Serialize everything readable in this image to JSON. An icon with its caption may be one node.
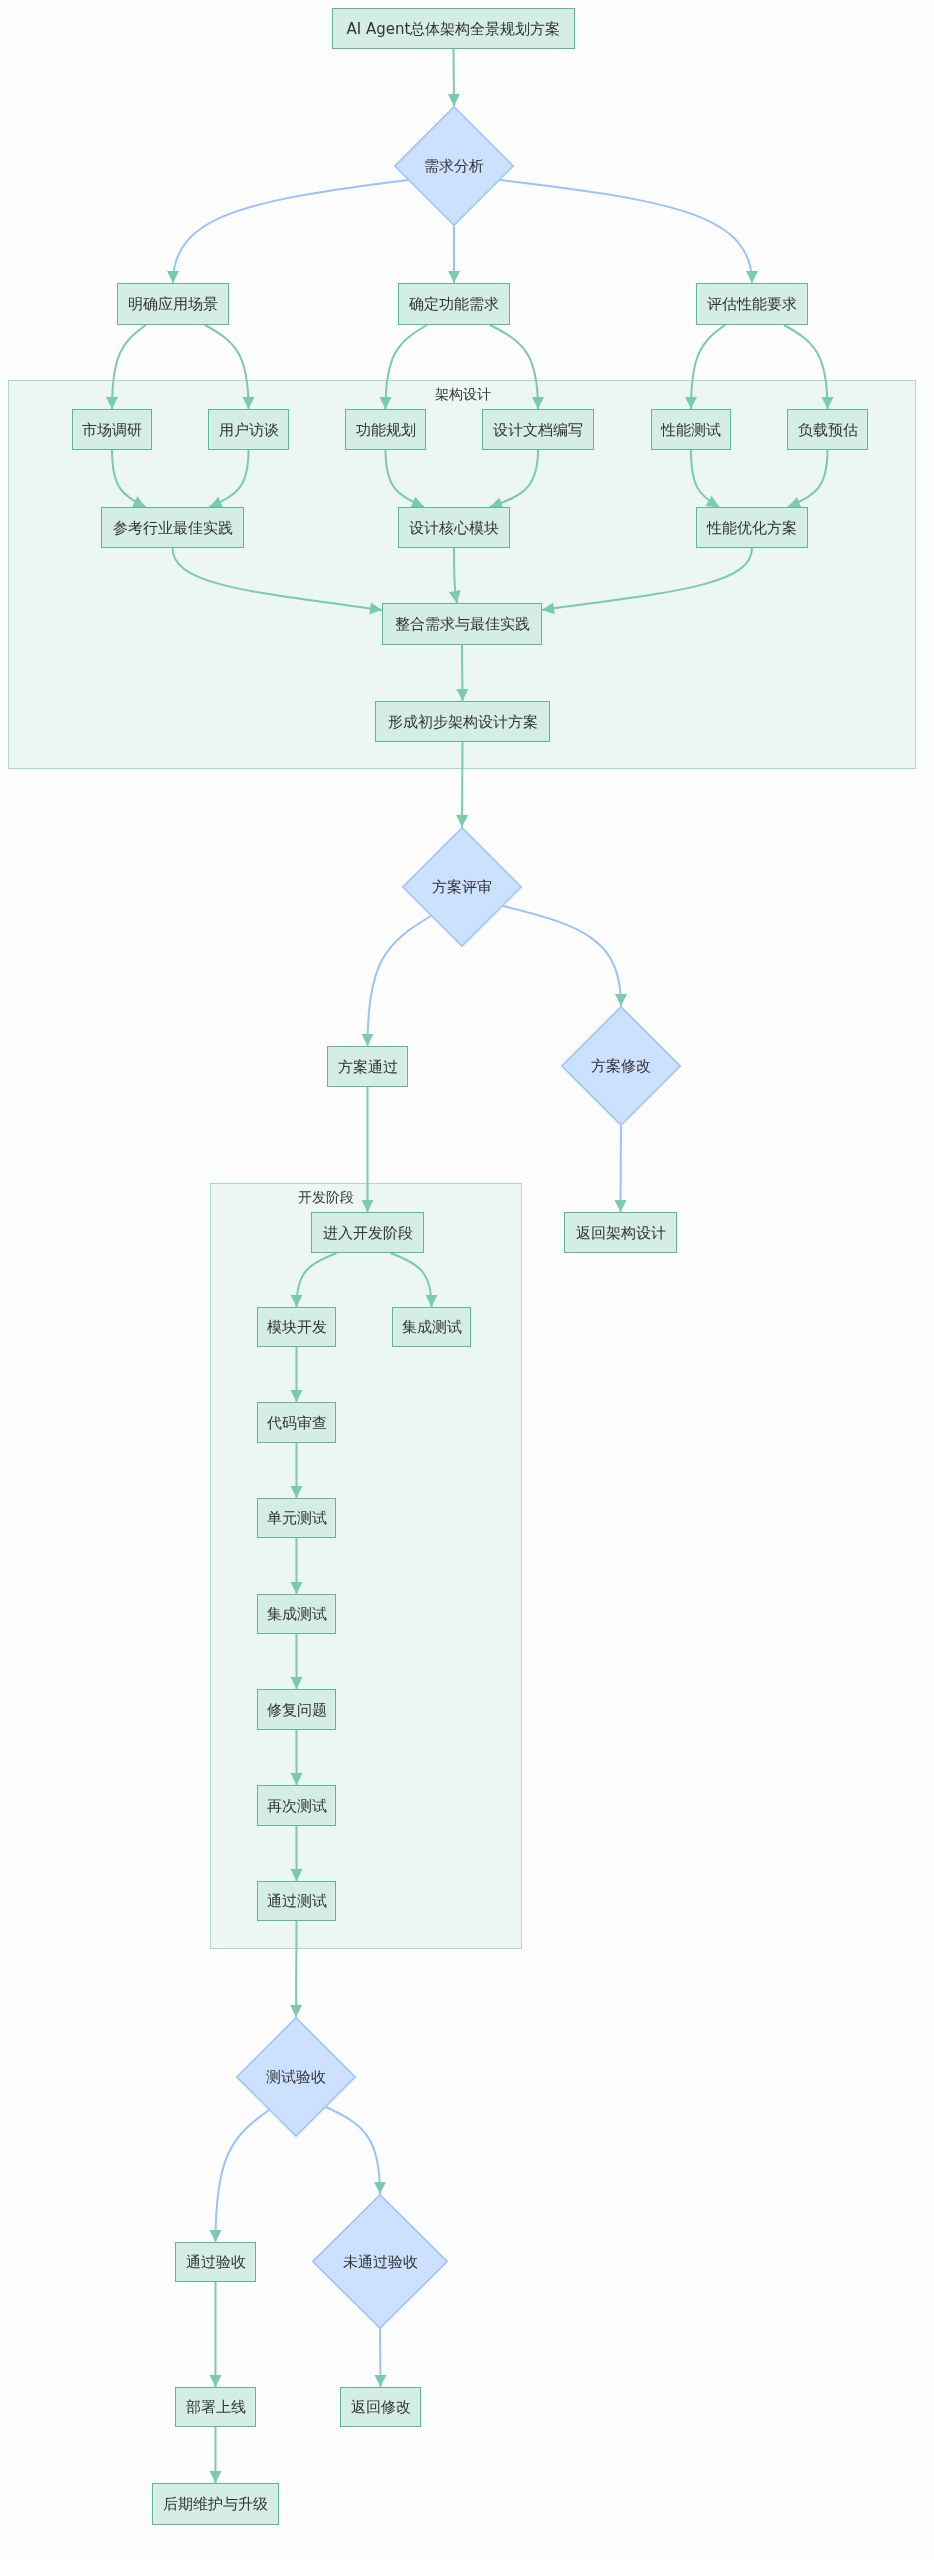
{
  "diagram": {
    "nodes": [
      {
        "text": [
          "AI Agent总体架构全景规划方案"
        ]
      },
      {
        "text": [
          "需求分析"
        ]
      },
      {
        "text": [
          "明确应用场景"
        ]
      },
      {
        "text": [
          "确定功能需求"
        ]
      },
      {
        "text": [
          "评估性能要求"
        ]
      },
      {
        "text": [
          "架构设计"
        ]
      },
      {
        "text": [
          "市场调研"
        ],
        "in": 5
      },
      {
        "text": [
          "用户访谈"
        ],
        "in": 5
      },
      {
        "text": [
          "功能规划"
        ],
        "in": 5
      },
      {
        "text": [
          "设计文档编写"
        ],
        "in": 5
      },
      {
        "text": [
          "性能测试"
        ],
        "in": 5
      },
      {
        "text": [
          "负载预估"
        ],
        "in": 5
      },
      {
        "text": [
          "参考行业最佳实践"
        ],
        "in": 5
      },
      {
        "text": [
          "设计核心模块"
        ],
        "in": 5
      },
      {
        "text": [
          "性能优化方案"
        ],
        "in": 5
      },
      {
        "text": [
          "整合需求与最佳实践"
        ],
        "in": 5
      },
      {
        "text": [
          "形成初步架构设计方案"
        ],
        "in": 5
      },
      {
        "text": [
          "方案评审"
        ]
      },
      {
        "text": [
          "方案通过"
        ]
      },
      {
        "text": [
          "方案修改"
        ]
      },
      {
        "text": [
          "开发阶段"
        ]
      },
      {
        "text": [
          "进入开发阶段"
        ],
        "in": 20
      },
      {
        "text": [
          "返回架构设计"
        ]
      },
      {
        "text": [
          "模块开发"
        ],
        "in": 20
      },
      {
        "text": [
          "集成测试"
        ],
        "in": 20
      },
      {
        "text": [
          "代码审查"
        ],
        "in": 20
      },
      {
        "text": [
          "单元测试"
        ],
        "in": 20
      },
      {
        "text": [
          "集成测试"
        ],
        "in": 20
      },
      {
        "text": [
          "修复问题"
        ],
        "in": 20
      },
      {
        "text": [
          "再次测试"
        ],
        "in": 20
      },
      {
        "text": [
          "通过测试"
        ],
        "in": 20
      },
      {
        "text": [
          "测试验收"
        ]
      },
      {
        "text": [
          "通过验收"
        ]
      },
      {
        "text": [
          "未通过验收"
        ]
      },
      {
        "text": [
          "部署上线"
        ]
      },
      {
        "text": [
          "返回修改"
        ]
      },
      {
        "text": [
          "后期维护与升级"
        ]
      }
    ],
    "edges": [
      {
        "from": 0,
        "to": 1,
        "arrow": "to"
      },
      {
        "from": 1,
        "to": 2,
        "arrow": "to",
        "color": "#99c2ff"
      },
      {
        "from": 1,
        "to": 3,
        "arrow": "to",
        "color": "#99c2ff"
      },
      {
        "from": 1,
        "to": 4,
        "arrow": "to",
        "color": "#99c2ff"
      },
      {
        "from": 2,
        "to": 6,
        "arrow": "to"
      },
      {
        "from": 2,
        "to": 7,
        "arrow": "to"
      },
      {
        "from": 3,
        "to": 8,
        "arrow": "to"
      },
      {
        "from": 3,
        "to": 9,
        "arrow": "to"
      },
      {
        "from": 4,
        "to": 10,
        "arrow": "to"
      },
      {
        "from": 4,
        "to": 11,
        "arrow": "to"
      },
      {
        "from": 6,
        "to": 12,
        "arrow": "to"
      },
      {
        "from": 7,
        "to": 12,
        "arrow": "to"
      },
      {
        "from": 8,
        "to": 13,
        "arrow": "to"
      },
      {
        "from": 9,
        "to": 13,
        "arrow": "to"
      },
      {
        "from": 10,
        "to": 14,
        "arrow": "to"
      },
      {
        "from": 11,
        "to": 14,
        "arrow": "to"
      },
      {
        "from": 12,
        "to": 15,
        "arrow": "to"
      },
      {
        "from": 13,
        "to": 15,
        "arrow": "to"
      },
      {
        "from": 14,
        "to": 15,
        "arrow": "to"
      },
      {
        "from": 15,
        "to": 16,
        "arrow": "to"
      },
      {
        "from": 16,
        "to": 17,
        "arrow": "to"
      },
      {
        "from": 17,
        "to": 18,
        "arrow": "to",
        "color": "#99c2ff"
      },
      {
        "from": 17,
        "to": 19,
        "arrow": "to",
        "color": "#99c2ff"
      },
      {
        "from": 19,
        "to": 22,
        "arrow": "to",
        "color": "#99c2ff"
      },
      {
        "from": 18,
        "to": 21,
        "arrow": "to"
      },
      {
        "from": 21,
        "to": 23,
        "arrow": "to"
      },
      {
        "from": 21,
        "to": 24,
        "arrow": "to"
      },
      {
        "from": 23,
        "to": 25,
        "arrow": "to"
      },
      {
        "from": 25,
        "to": 26,
        "arrow": "to"
      },
      {
        "from": 26,
        "to": 27,
        "arrow": "to"
      },
      {
        "from": 27,
        "to": 28,
        "arrow": "to"
      },
      {
        "from": 28,
        "to": 29,
        "arrow": "to"
      },
      {
        "from": 29,
        "to": 30,
        "arrow": "to"
      },
      {
        "from": 30,
        "to": 31,
        "arrow": "to"
      },
      {
        "from": 31,
        "to": 32,
        "arrow": "to",
        "color": "#99c2ff"
      },
      {
        "from": 31,
        "to": 33,
        "arrow": "to",
        "color": "#99c2ff"
      },
      {
        "from": 32,
        "to": 34,
        "arrow": "to"
      },
      {
        "from": 33,
        "to": 35,
        "arrow": "to",
        "color": "#99c2ff"
      },
      {
        "from": 34,
        "to": 36,
        "arrow": "to"
      }
    ]
  }
}
